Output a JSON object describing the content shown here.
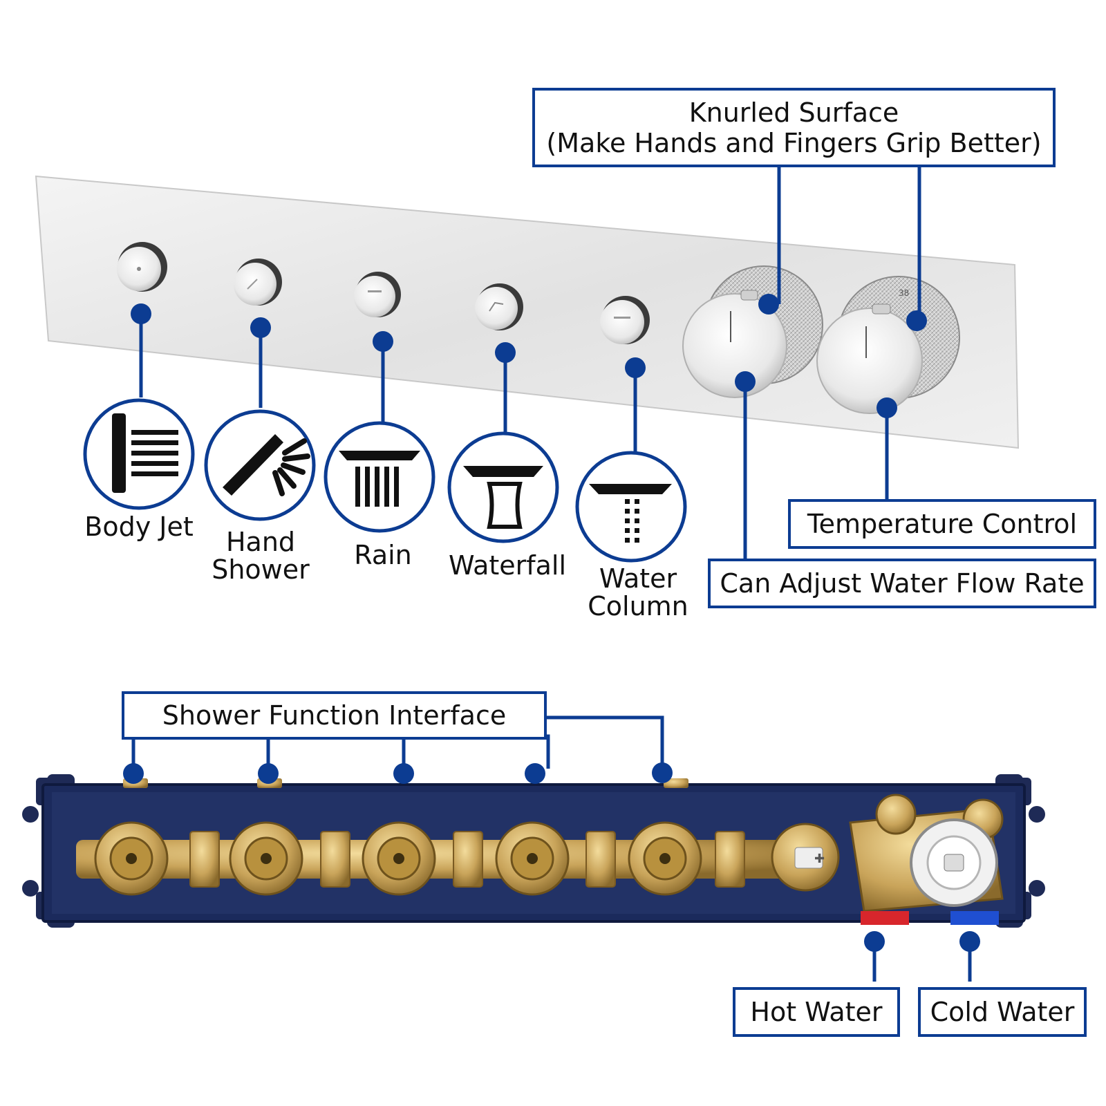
{
  "colors": {
    "accent": "#0c3c92",
    "dot": "#0c3c92",
    "text": "#111111",
    "box_fill": "#1b2a5c",
    "brass": "#c9a45a",
    "hot": "#d8262c",
    "cold": "#1f4fd1"
  },
  "callouts": {
    "knurled": {
      "line1": "Knurled Surface",
      "line2": "(Make Hands and Fingers Grip Better)"
    },
    "temperature": "Temperature Control",
    "flow": "Can Adjust Water Flow Rate",
    "interface": "Shower Function Interface",
    "hot": "Hot Water",
    "cold": "Cold Water"
  },
  "functions": [
    {
      "line1": "Body Jet",
      "line2": "",
      "icon": "body-jet-icon"
    },
    {
      "line1": "Hand",
      "line2": "Shower",
      "icon": "hand-shower-icon"
    },
    {
      "line1": "Rain",
      "line2": "",
      "icon": "rain-icon"
    },
    {
      "line1": "Waterfall",
      "line2": "",
      "icon": "waterfall-icon"
    },
    {
      "line1": "Water",
      "line2": "Column",
      "icon": "water-column-icon"
    }
  ],
  "dial_mark": "38"
}
